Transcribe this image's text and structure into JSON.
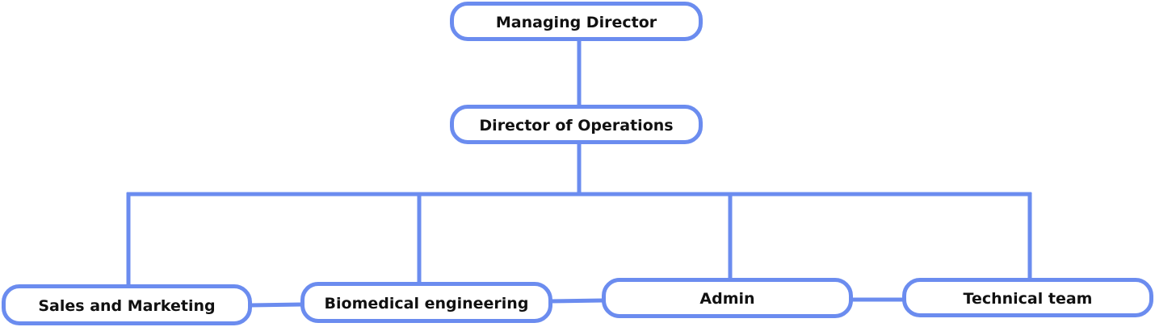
{
  "diagram": {
    "line_color": "#6b8cef",
    "nodes": {
      "managing_director": "Managing Director",
      "director_of_operations": "Director of Operations",
      "sales_and_marketing": "Sales and Marketing",
      "biomedical_engineering": "Biomedical engineering",
      "admin": "Admin",
      "technical_team": "Technical team"
    },
    "hierarchy": [
      {
        "parent": "Managing Director",
        "child": "Director of Operations"
      },
      {
        "parent": "Director of Operations",
        "child": "Sales and Marketing"
      },
      {
        "parent": "Director of Operations",
        "child": "Biomedical engineering"
      },
      {
        "parent": "Director of Operations",
        "child": "Admin"
      },
      {
        "parent": "Director of Operations",
        "child": "Technical team"
      }
    ],
    "peer_links": [
      [
        "Sales and Marketing",
        "Biomedical engineering"
      ],
      [
        "Biomedical engineering",
        "Admin"
      ],
      [
        "Admin",
        "Technical team"
      ]
    ]
  }
}
